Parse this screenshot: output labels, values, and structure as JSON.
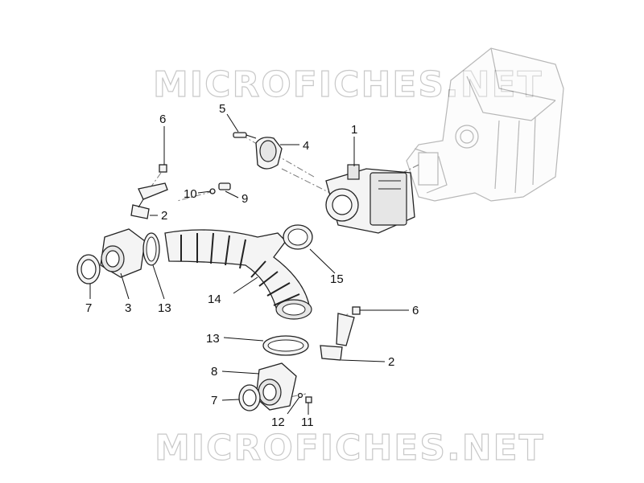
{
  "watermark": {
    "top": "MICROFICHES.NET",
    "bottom": "MICROFICHES.NET"
  },
  "callouts": [
    {
      "id": "c1",
      "label": "1"
    },
    {
      "id": "c2a",
      "label": "2"
    },
    {
      "id": "c2b",
      "label": "2"
    },
    {
      "id": "c3",
      "label": "3"
    },
    {
      "id": "c4",
      "label": "4"
    },
    {
      "id": "c5",
      "label": "5"
    },
    {
      "id": "c6a",
      "label": "6"
    },
    {
      "id": "c6b",
      "label": "6"
    },
    {
      "id": "c7a",
      "label": "7"
    },
    {
      "id": "c7b",
      "label": "7"
    },
    {
      "id": "c8",
      "label": "8"
    },
    {
      "id": "c9",
      "label": "9"
    },
    {
      "id": "c10",
      "label": "10"
    },
    {
      "id": "c11",
      "label": "11"
    },
    {
      "id": "c12",
      "label": "12"
    },
    {
      "id": "c13a",
      "label": "13"
    },
    {
      "id": "c13b",
      "label": "13"
    },
    {
      "id": "c14",
      "label": "14"
    },
    {
      "id": "c15",
      "label": "15"
    }
  ]
}
